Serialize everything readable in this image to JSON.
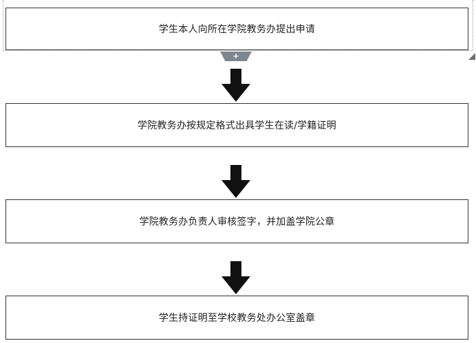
{
  "steps": [
    {
      "text": "学生本人向所在学院教务办提出申请"
    },
    {
      "text": "学院教务办按规定格式出具学生在读/学籍证明"
    },
    {
      "text": "学院教务办负责人审核签字，并加盖学院公章"
    },
    {
      "text": "学生持证明至学校教务处办公室盖章"
    }
  ],
  "editor": {
    "add_label": "+",
    "add_icon": "plus-icon",
    "resize_icon": "resize-corner-icon",
    "arrow_icon": "arrow-down-icon"
  },
  "colors": {
    "border": "#333333",
    "arrow": "#111111",
    "handle": "#7e878f"
  }
}
